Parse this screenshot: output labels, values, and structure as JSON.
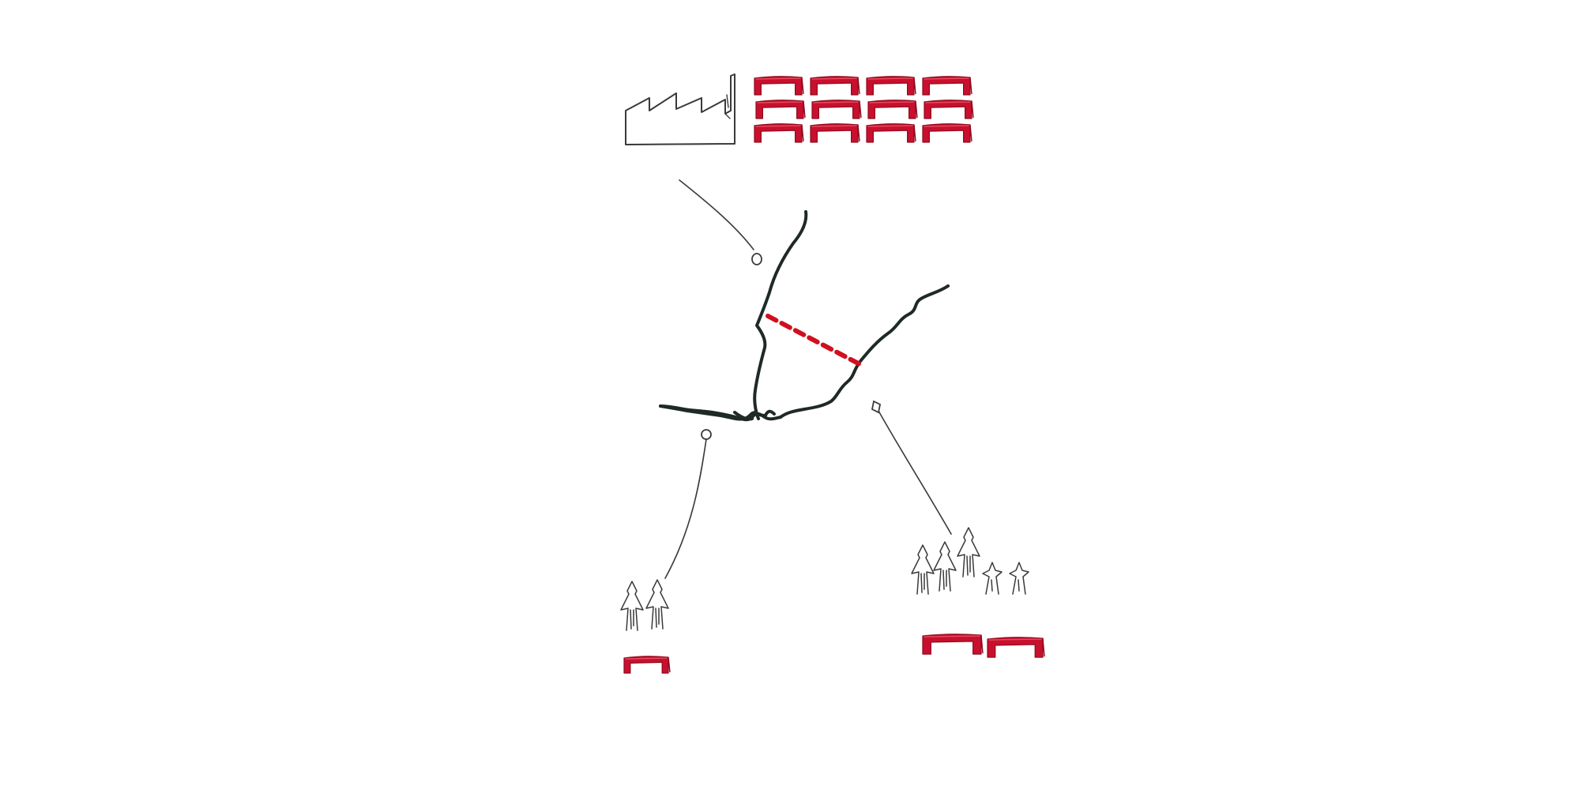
{
  "colors": {
    "background": "#ffffff",
    "ink": "#3a3a3a",
    "river": "#1f2a28",
    "house_red": "#c8102e",
    "house_red_dark": "#8e0b1f",
    "boundary_red": "#d0101e"
  },
  "icons": {
    "factory": "factory-icon",
    "house": "house-icon",
    "person": "person-icon",
    "pin": "pin-icon"
  },
  "groups": {
    "industrial": {
      "house_count": 12,
      "grid_rows": 3,
      "grid_cols": 4
    },
    "small_family": {
      "person_count": 2,
      "house_count": 1
    },
    "large_family": {
      "person_count": 5,
      "house_count": 2
    }
  }
}
